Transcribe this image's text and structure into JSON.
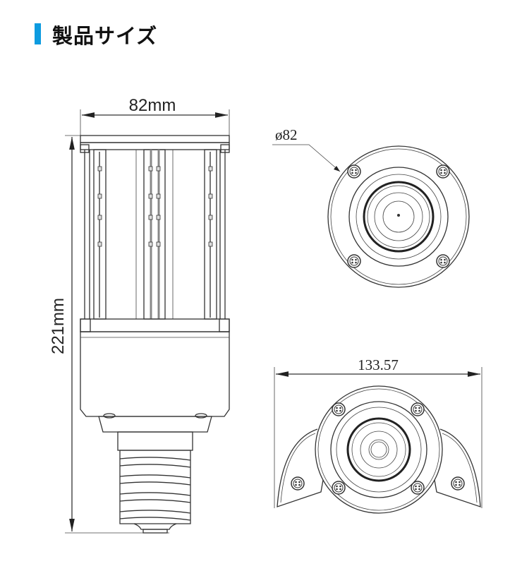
{
  "header": {
    "title": "製品サイズ",
    "accent_color": "#0d9be0"
  },
  "side_view": {
    "width_label": "82mm",
    "height_label": "221mm"
  },
  "top_view": {
    "diameter_label": "ø82"
  },
  "bottom_view": {
    "span_label": "133.57"
  }
}
